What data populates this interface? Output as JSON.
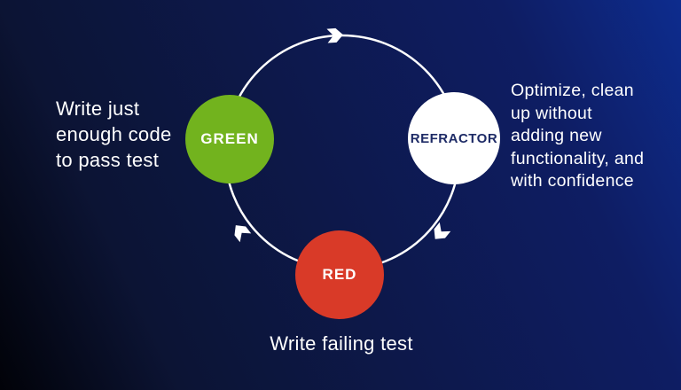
{
  "background": {
    "gradient_dark": "#010208",
    "gradient_mid_dark": "#0c1434",
    "gradient_mid_bright": "#0e1d63",
    "gradient_bright": "#0d2c8e"
  },
  "cycle": {
    "direction": "clockwise",
    "ring_color": "#ffffff",
    "nodes": [
      {
        "id": "green",
        "label": "GREEN",
        "fill": "#72b31e",
        "label_color": "#ffffff"
      },
      {
        "id": "refractor",
        "label": "REFRACTOR",
        "fill": "#ffffff",
        "label_color": "#1e2b66"
      },
      {
        "id": "red",
        "label": "RED",
        "fill": "#d93a28",
        "label_color": "#ffffff"
      }
    ],
    "arrows": [
      {
        "name": "cycle-arrow-top-icon",
        "glyph": "chevron",
        "points": "right"
      },
      {
        "name": "cycle-arrow-bottom-right-icon",
        "glyph": "chevron",
        "points": "down-left"
      },
      {
        "name": "cycle-arrow-bottom-left-icon",
        "glyph": "chevron",
        "points": "up-left"
      }
    ]
  },
  "annotations": {
    "green": {
      "lines": [
        "Write just",
        "enough code",
        "to pass test"
      ]
    },
    "refractor": {
      "lines": [
        "Optimize, clean",
        "up without",
        "adding new",
        "functionality, and",
        "with confidence"
      ]
    },
    "red": {
      "lines": [
        "Write failing test"
      ]
    }
  }
}
